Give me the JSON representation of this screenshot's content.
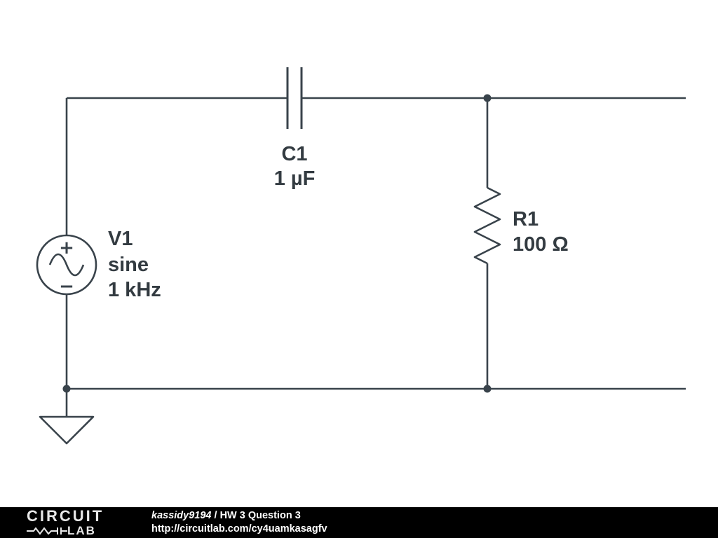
{
  "colors": {
    "wire": "#39434b",
    "label_text": "#333b41",
    "footer_bg": "#000000",
    "footer_text": "#ffffff"
  },
  "schematic": {
    "voltage_source": {
      "name": "V1",
      "waveform": "sine",
      "frequency": "1 kHz",
      "plus": "+",
      "minus": "−"
    },
    "capacitor": {
      "name": "C1",
      "value": "1 µF"
    },
    "resistor": {
      "name": "R1",
      "value": "100 Ω"
    }
  },
  "footer": {
    "logo_line1": "CIRCUIT",
    "logo_line2": "LAB",
    "user": "kassidy9194",
    "separator": " / ",
    "title": "HW 3 Question 3",
    "url": "http://circuitlab.com/cy4uamkasagfv"
  }
}
